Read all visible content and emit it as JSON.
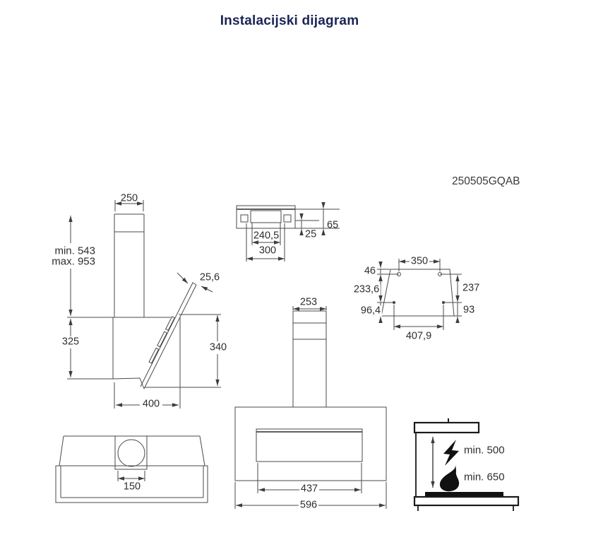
{
  "page": {
    "title": "Instalacijski dijagram",
    "model_code": "250505GQAB"
  },
  "colors": {
    "title_navy": "#1a2456",
    "drawing_line": "#4a4a4a",
    "dimension_text": "#2e2e2e",
    "solid_black": "#111111"
  },
  "side_view": {
    "chimney_width": "250",
    "height_min": "min. 543",
    "height_max": "max. 953",
    "glass_thickness": "25,6",
    "body_height": "325",
    "glass_height": "340",
    "depth": "400"
  },
  "bracket_view": {
    "inner_width": "240,5",
    "outer_width": "300",
    "depth_small": "25",
    "depth_large": "65"
  },
  "template_view": {
    "top_hole_spacing": "350",
    "top_offset": "46",
    "left_span": "233,6",
    "right_span": "237",
    "left_lower_span": "96,4",
    "right_lower_span": "93",
    "bottom_hole_spacing": "407,9"
  },
  "front_view": {
    "chimney_width": "253",
    "panel_width": "437",
    "body_width": "596"
  },
  "bottom_view": {
    "duct_diameter": "150"
  },
  "clearance_view": {
    "electric_icon": "lightning-icon",
    "gas_icon": "flame-icon",
    "electric_clearance": "min. 500",
    "gas_clearance": "min. 650"
  }
}
